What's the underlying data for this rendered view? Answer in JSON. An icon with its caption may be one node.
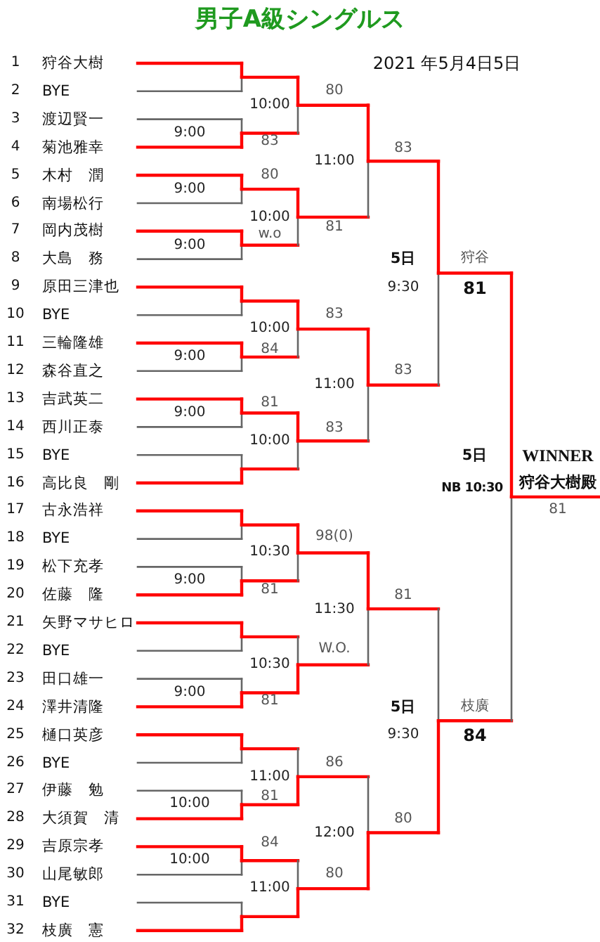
{
  "diagram": {
    "title": "男子A級シングルス",
    "labels": [
      "2021 年5月4日5日",
      "1",
      "狩谷大樹",
      "2",
      "BYE",
      "3",
      "渡辺賢一",
      "4",
      "菊池雅幸",
      "5",
      "木村　潤",
      "6",
      "南場松行",
      "7",
      "岡内茂樹",
      "8",
      "大島　務",
      "9",
      "原田三津也",
      "10",
      "BYE",
      "11",
      "三輪隆雄",
      "12",
      "森谷直之",
      "13",
      "吉武英二",
      "14",
      "西川正泰",
      "15",
      "BYE",
      "16",
      "高比良　剛",
      "17",
      "古永浩祥",
      "18",
      "BYE",
      "19",
      "松下充孝",
      "20",
      "佐藤　隆",
      "21",
      "矢野マサヒロ",
      "22",
      "BYE",
      "23",
      "田口雄一",
      "24",
      "澤井清隆",
      "25",
      "樋口英彦",
      "26",
      "BYE",
      "27",
      "伊藤　勉",
      "28",
      "大須賀　清",
      "29",
      "吉原宗孝",
      "30",
      "山尾敏郎",
      "31",
      "BYE",
      "32",
      "枝廣　憲",
      "9:00",
      "9:00",
      "9:00",
      "9:00",
      "9:00",
      "9:00",
      "9:00",
      "10:00",
      "10:00",
      "10:00",
      "10:00",
      "10:00",
      "10:00",
      "10:30",
      "10:30",
      "11:00",
      "11:00",
      "83",
      "80",
      "w.o",
      "84",
      "81",
      "81",
      "81",
      "81",
      "84",
      "80",
      "11:00",
      "81",
      "83",
      "11:00",
      "83",
      "98(0)",
      "11:30",
      "W.O.",
      "86",
      "12:00",
      "80",
      "83",
      "5日",
      "9:30",
      "83",
      "81",
      "5日",
      "9:30",
      "80",
      "狩谷",
      "81",
      "5日",
      "NB 10:30",
      "枝廣",
      "84",
      "WINNER",
      "狩谷大樹殿",
      "81"
    ]
  }
}
